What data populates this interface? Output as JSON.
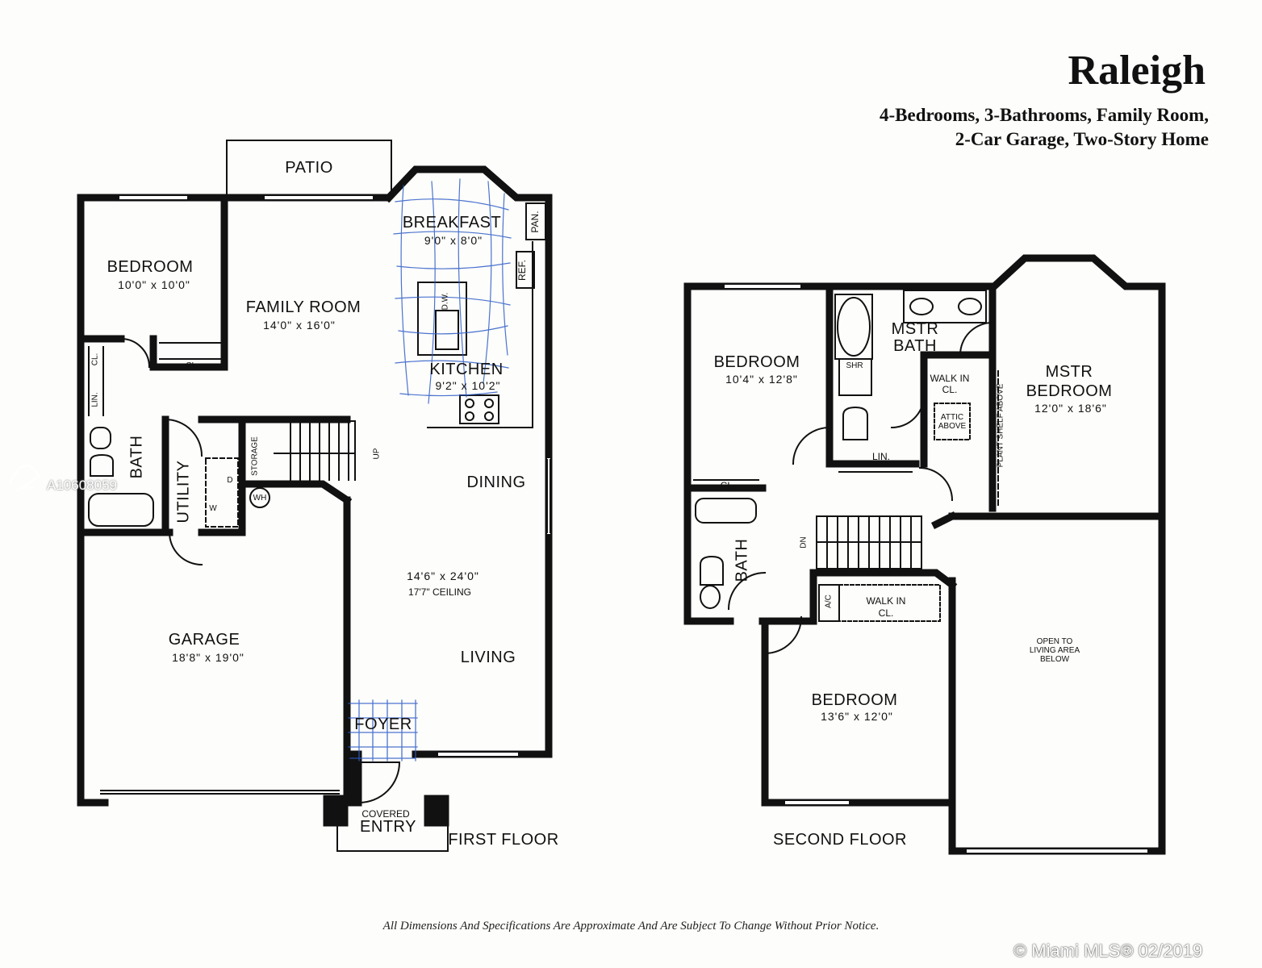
{
  "header": {
    "title": "Raleigh",
    "subtitle_line1": "4-Bedrooms, 3-Bathrooms, Family Room,",
    "subtitle_line2": "2-Car Garage, Two-Story Home"
  },
  "first_floor": {
    "floor_label": "FIRST FLOOR",
    "patio": "PATIO",
    "bedroom": {
      "name": "BEDROOM",
      "dims": "10'0\" x 10'0\""
    },
    "family_room": {
      "name": "FAMILY ROOM",
      "dims": "14'0\" x 16'0\""
    },
    "breakfast": {
      "name": "BREAKFAST",
      "dims": "9'0\" x 8'0\""
    },
    "kitchen": {
      "name": "KITCHEN",
      "dims": "9'2\" x 10'2\""
    },
    "pan": "PAN.",
    "ref": "REF.",
    "dw": "D.W.",
    "closet": "CL.",
    "closet2": "CL.",
    "linen": "LIN.",
    "bath": "BATH",
    "utility": "UTILITY",
    "storage": "STORAGE",
    "wh": "WH",
    "washer": "W",
    "dryer": "D",
    "up": "UP",
    "dining": "DINING",
    "living": "LIVING",
    "living_dims": "14'6\" x 24'0\"",
    "ceiling": "17'7\" CEILING",
    "garage": {
      "name": "GARAGE",
      "dims": "18'8\" x 19'0\""
    },
    "foyer": "FOYER",
    "covered": "COVERED",
    "entry": "ENTRY"
  },
  "second_floor": {
    "floor_label": "SECOND FLOOR",
    "bedroom_a": {
      "name": "BEDROOM",
      "dims": "10'4\" x 12'8\""
    },
    "mstr_bath_1": "MSTR",
    "mstr_bath_2": "BATH",
    "mstr_bedroom_1": "MSTR",
    "mstr_bedroom_2": "BEDROOM",
    "mstr_bedroom_dims": "12'0\" x 18'6\"",
    "walk_in_cl_1": "WALK IN",
    "walk_in_cl_2": "CL.",
    "attic_1": "ATTIC",
    "attic_2": "ABOVE",
    "plant_shelf": "PLANT SHELF ABOVE",
    "shr": "SHR",
    "linen": "LIN.",
    "closet": "CL.",
    "bath": "BATH",
    "dn": "DN",
    "ac": "A/C",
    "walk_in_b_1": "WALK IN",
    "walk_in_b_2": "CL.",
    "open_1": "OPEN TO",
    "open_2": "LIVING AREA",
    "open_3": "BELOW",
    "bedroom_b": {
      "name": "BEDROOM",
      "dims": "13'6\" x 12'0\""
    }
  },
  "footer": {
    "disclaimer": "All Dimensions And Specifications Are Approximate And Are Subject To Change Without Prior Notice.",
    "watermark": "© Miami MLS® 02/2019",
    "listing_id": "A10608059"
  },
  "colors": {
    "wall": "#111111",
    "ink": "#2d5cc8",
    "paper": "#fdfdfb"
  }
}
